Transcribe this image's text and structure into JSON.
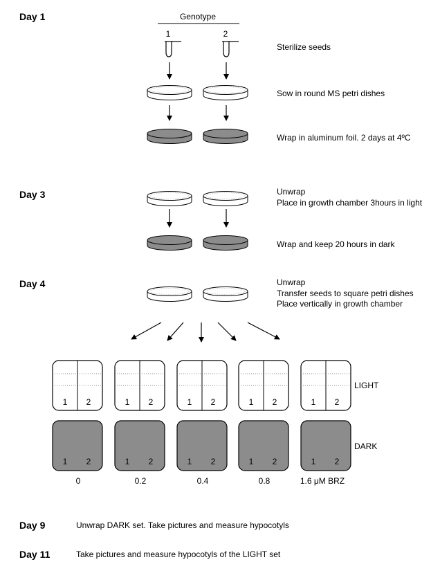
{
  "days": {
    "d1": "Day 1",
    "d3": "Day 3",
    "d4": "Day 4",
    "d9": "Day 9",
    "d11": "Day 11"
  },
  "genotype": {
    "header": "Genotype",
    "labels": [
      "1",
      "2"
    ]
  },
  "steps": {
    "sterilize": "Sterilize seeds",
    "sow": "Sow in round MS petri dishes",
    "wrap_foil": "Wrap in aluminum foil. 2 days at 4ºC",
    "day3_unwrap": "Unwrap",
    "day3_place": "Place in growth chamber 3hours in light",
    "day3_wrap": "Wrap and keep 20 hours in dark",
    "day4_unwrap": "Unwrap",
    "day4_transfer": "Transfer seeds to square petri dishes",
    "day4_place": "Place vertically in growth chamber"
  },
  "plates": {
    "lane_labels": [
      "1",
      "2"
    ],
    "light_label": "LIGHT",
    "dark_label": "DARK",
    "concentrations": [
      "0",
      "0.2",
      "0.4",
      "0.8",
      "1.6 μM BRZ"
    ]
  },
  "final_steps": {
    "day9": "Unwrap DARK set. Take pictures and measure hypocotyls",
    "day11": "Take pictures and measure hypocotyls of the LIGHT set"
  },
  "colors": {
    "dark_fill": "#8c8c8c",
    "light_fill": "#ffffff",
    "stroke": "#000000"
  }
}
